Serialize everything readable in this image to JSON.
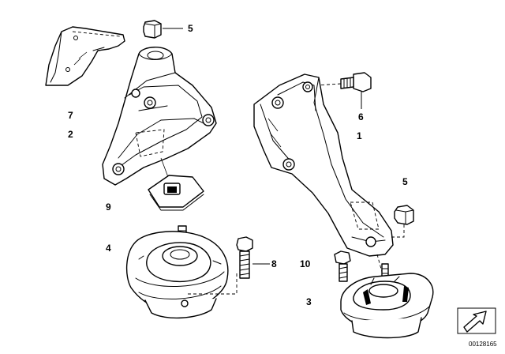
{
  "diagram": {
    "callouts": {
      "c1": "1",
      "c2": "2",
      "c3": "3",
      "c4": "4",
      "c5a": "5",
      "c5b": "5",
      "c6": "6",
      "c7": "7",
      "c8": "8",
      "c9": "9",
      "c10": "10"
    },
    "diagram_id": "00128165",
    "colors": {
      "line": "#000000",
      "background": "#ffffff"
    }
  }
}
